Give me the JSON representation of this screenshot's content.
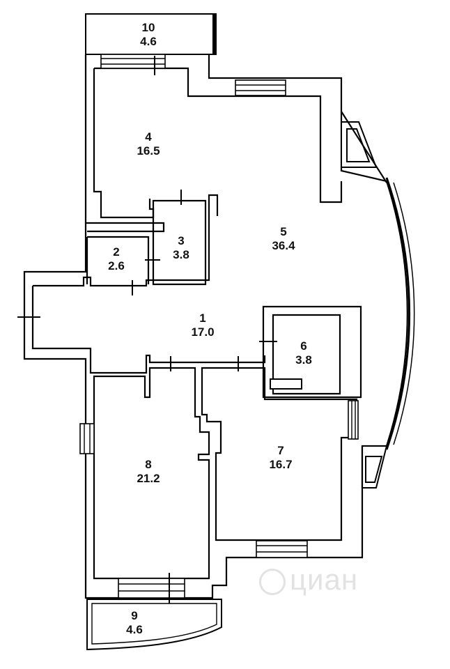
{
  "rooms": [
    {
      "id": "10",
      "area": "4.6"
    },
    {
      "id": "4",
      "area": "16.5"
    },
    {
      "id": "5",
      "area": "36.4"
    },
    {
      "id": "3",
      "area": "3.8"
    },
    {
      "id": "2",
      "area": "2.6"
    },
    {
      "id": "1",
      "area": "17.0"
    },
    {
      "id": "6",
      "area": "3.8"
    },
    {
      "id": "7",
      "area": "16.7"
    },
    {
      "id": "8",
      "area": "21.2"
    },
    {
      "id": "9",
      "area": "4.6"
    }
  ],
  "watermark": {
    "text": "циан"
  }
}
